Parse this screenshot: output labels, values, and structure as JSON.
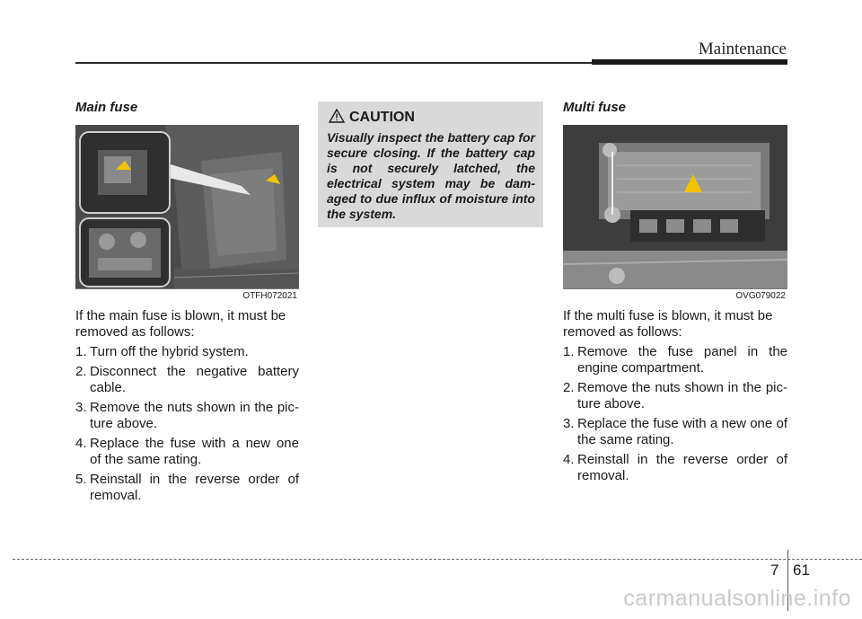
{
  "header": {
    "title": "Maintenance"
  },
  "left": {
    "title": "Main fuse",
    "image_code": "OTFH072021",
    "intro": "If the main fuse is blown, it must be removed as follows:",
    "steps": [
      {
        "num": "1.",
        "text": "Turn off the hybrid system."
      },
      {
        "num": "2.",
        "text": "Disconnect the negative battery cable."
      },
      {
        "num": "3.",
        "text": "Remove the nuts shown in the pic- ture above."
      },
      {
        "num": "4.",
        "text": "Replace the fuse with a new one of the same rating."
      },
      {
        "num": "5.",
        "text": "Reinstall in the reverse order of removal."
      }
    ]
  },
  "caution": {
    "title": "CAUTION",
    "text": "Visually inspect the battery cap for secure closing. If the battery cap is not securely latched, the electrical system may be dam- aged to due influx of moisture into the system."
  },
  "right": {
    "title": "Multi fuse",
    "image_code": "OVG079022",
    "intro": "If the multi fuse is blown, it must be removed as follows:",
    "steps": [
      {
        "num": "1.",
        "text": "Remove the fuse panel in the engine compartment."
      },
      {
        "num": "2.",
        "text": "Remove the nuts shown in the pic- ture above."
      },
      {
        "num": "3.",
        "text": "Replace the fuse with a new one of the same rating."
      },
      {
        "num": "4.",
        "text": "Reinstall in the reverse order of removal."
      }
    ]
  },
  "footer": {
    "chapter": "7",
    "page": "61",
    "watermark": "carmanualsonline.info"
  }
}
